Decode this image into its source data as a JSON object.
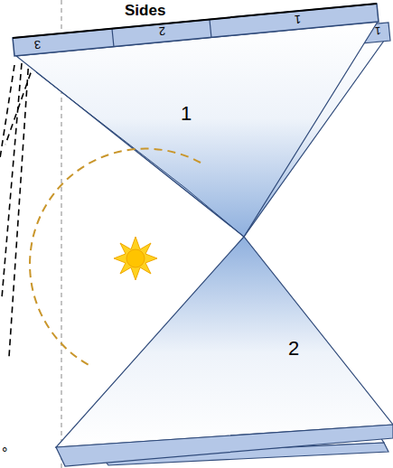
{
  "diagram": {
    "nodes": [
      {
        "text": [
          "3"
        ]
      },
      {
        "text": [
          "2"
        ]
      },
      {
        "text": [
          "1"
        ]
      },
      {
        "text": [
          "1"
        ]
      },
      {
        "text": [
          "1"
        ]
      },
      {
        "text": [
          "2"
        ]
      }
    ],
    "labels": [
      "Sides",
      "°"
    ]
  }
}
